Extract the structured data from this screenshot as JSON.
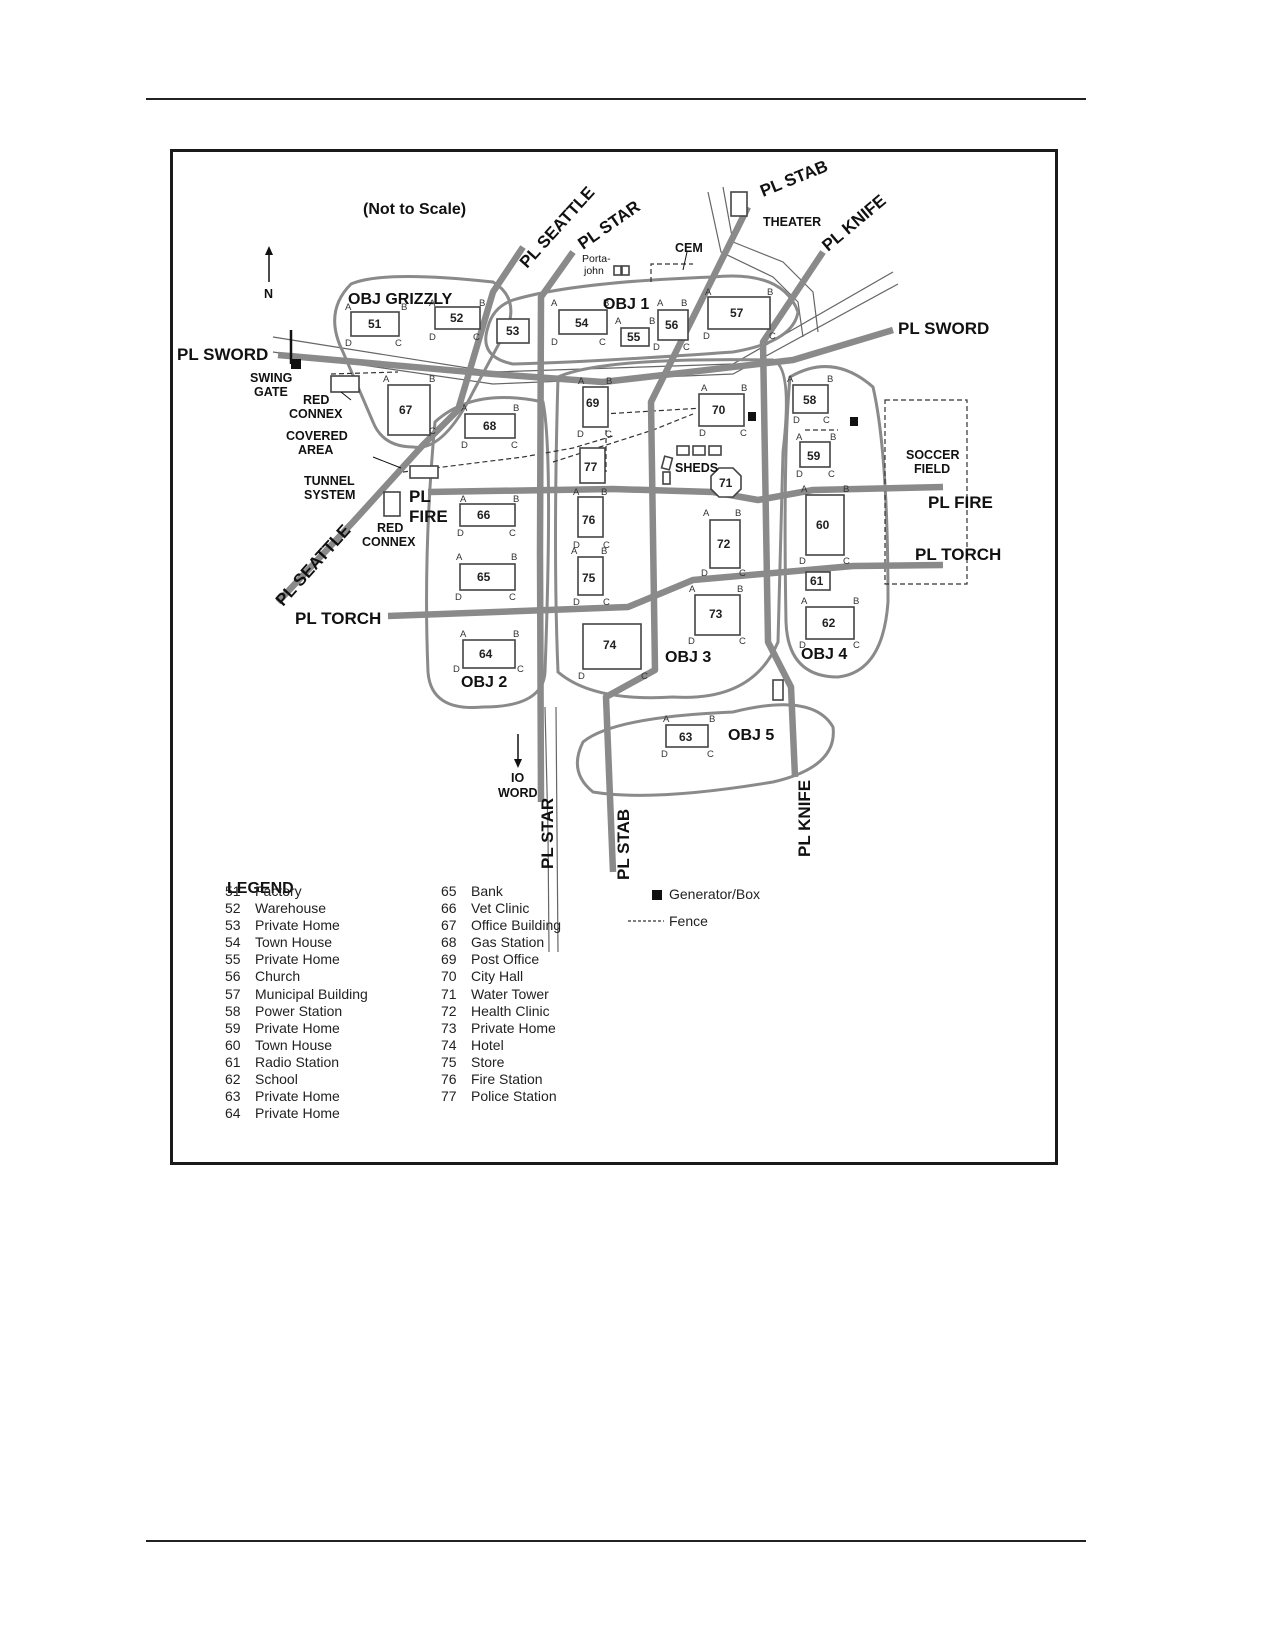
{
  "map": {
    "scale_note": "(Not to Scale)",
    "north_label": "N",
    "road_labels": {
      "seattle": "PL SEATTLE",
      "star": "PL STAR",
      "stab": "PL STAB",
      "knife": "PL KNIFE",
      "sword": "PL SWORD",
      "fire": "PL FIRE",
      "fire_line1": "PL",
      "fire_line2": "FIRE",
      "torch": "PL TORCH"
    },
    "objectives": {
      "grizzly": "OBJ GRIZZLY",
      "obj1": "OBJ 1",
      "obj2": "OBJ 2",
      "obj3": "OBJ 3",
      "obj4": "OBJ 4",
      "obj5": "OBJ 5"
    },
    "features": {
      "theater": "THEATER",
      "cem": "CEM",
      "porta_john_line1": "Porta-",
      "porta_john_line2": "john",
      "swing_gate_line1": "SWING",
      "swing_gate_line2": "GATE",
      "red_connex_line1": "RED",
      "red_connex_line2": "CONNEX",
      "covered_area_line1": "COVERED",
      "covered_area_line2": "AREA",
      "tunnel_line1": "TUNNEL",
      "tunnel_line2": "SYSTEM",
      "sheds": "SHEDS",
      "soccer_line1": "SOCCER",
      "soccer_line2": "FIELD",
      "io_line1": "IO",
      "io_line2": "WORD"
    },
    "corner_letters": {
      "a": "A",
      "b": "B",
      "c": "C",
      "d": "D"
    },
    "building_numbers": {
      "b51": "51",
      "b52": "52",
      "b53": "53",
      "b54": "54",
      "b55": "55",
      "b56": "56",
      "b57": "57",
      "b58": "58",
      "b59": "59",
      "b60": "60",
      "b61": "61",
      "b62": "62",
      "b63": "63",
      "b64": "64",
      "b65": "65",
      "b66": "66",
      "b67": "67",
      "b68": "68",
      "b69": "69",
      "b70": "70",
      "b71": "71",
      "b72": "72",
      "b73": "73",
      "b74": "74",
      "b75": "75",
      "b76": "76",
      "b77": "77"
    }
  },
  "legend": {
    "title": "LEGEND",
    "col1": [
      {
        "num": "51",
        "name": "Factory"
      },
      {
        "num": "52",
        "name": "Warehouse"
      },
      {
        "num": "53",
        "name": "Private Home"
      },
      {
        "num": "54",
        "name": "Town House"
      },
      {
        "num": "55",
        "name": "Private Home"
      },
      {
        "num": "56",
        "name": "Church"
      },
      {
        "num": "57",
        "name": "Municipal Building"
      },
      {
        "num": "58",
        "name": "Power Station"
      },
      {
        "num": "59",
        "name": "Private Home"
      },
      {
        "num": "60",
        "name": "Town House"
      },
      {
        "num": "61",
        "name": "Radio Station"
      },
      {
        "num": "62",
        "name": "School"
      },
      {
        "num": "63",
        "name": "Private Home"
      },
      {
        "num": "64",
        "name": "Private Home"
      }
    ],
    "col2": [
      {
        "num": "65",
        "name": "Bank"
      },
      {
        "num": "66",
        "name": "Vet Clinic"
      },
      {
        "num": "67",
        "name": "Office Building"
      },
      {
        "num": "68",
        "name": "Gas Station"
      },
      {
        "num": "69",
        "name": "Post Office"
      },
      {
        "num": "70",
        "name": "City Hall"
      },
      {
        "num": "71",
        "name": "Water Tower"
      },
      {
        "num": "72",
        "name": "Health Clinic"
      },
      {
        "num": "73",
        "name": "Private Home"
      },
      {
        "num": "74",
        "name": "Hotel"
      },
      {
        "num": "75",
        "name": "Store"
      },
      {
        "num": "76",
        "name": "Fire Station"
      },
      {
        "num": "77",
        "name": "Police Station"
      }
    ],
    "generator_label": "Generator/Box",
    "fence_label": "Fence"
  }
}
